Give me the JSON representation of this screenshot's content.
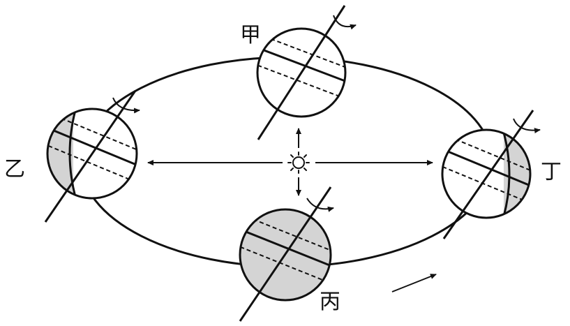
{
  "labels": {
    "jia": "甲",
    "yi": "乙",
    "bing": "丙",
    "ding": "丁"
  },
  "sun": {
    "icon": "sun-icon"
  },
  "colors": {
    "ink": "#111111",
    "night_shade": "#d4d4d4",
    "day": "#ffffff"
  }
}
